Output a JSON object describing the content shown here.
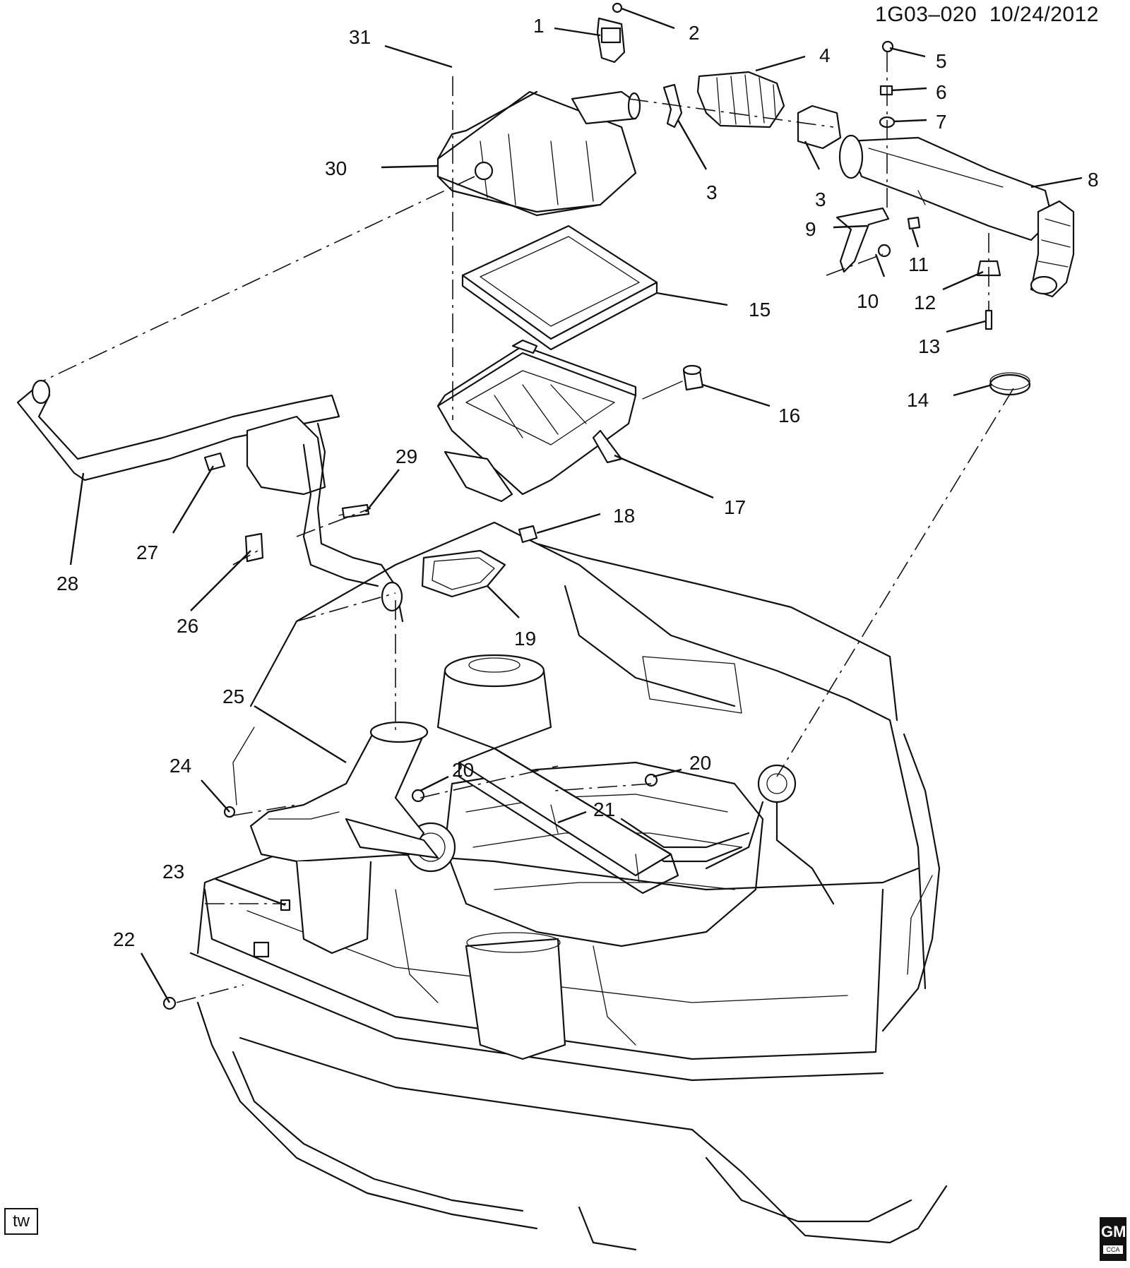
{
  "header": {
    "diagram_id": "1G03–020",
    "date": "10/24/2012"
  },
  "footer": {
    "tag": "tw",
    "logo_text": "GM",
    "logo_sub": "CCA"
  },
  "callouts": [
    "1",
    "2",
    "3",
    "3",
    "4",
    "5",
    "6",
    "7",
    "8",
    "9",
    "10",
    "11",
    "12",
    "13",
    "14",
    "15",
    "16",
    "17",
    "18",
    "19",
    "20",
    "20",
    "21",
    "22",
    "23",
    "24",
    "25",
    "26",
    "27",
    "28",
    "29",
    "30",
    "31"
  ]
}
